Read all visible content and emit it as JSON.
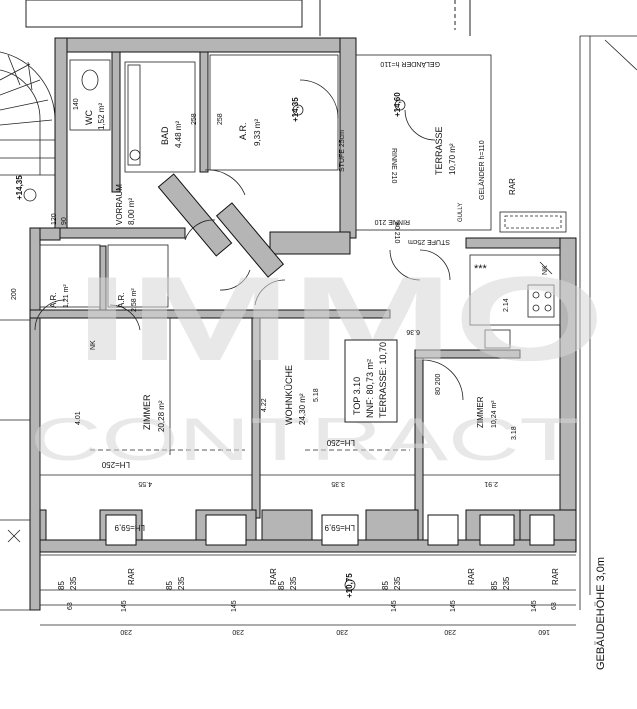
{
  "rooms": {
    "wc": {
      "name": "WC",
      "area": "1,52 m²"
    },
    "bad": {
      "name": "BAD",
      "area": "4,48 m²",
      "dim": "258"
    },
    "ar_top": {
      "name": "A.R.",
      "area": "9,33 m²",
      "dim": "258"
    },
    "vorraum": {
      "name": "VORRAUM",
      "area": "8,00 m²"
    },
    "terrasse": {
      "name": "TERRASSE",
      "area": "10,70 m²",
      "railing": "GELÄNDER h=110"
    },
    "ar_small_1": {
      "name": "A.R.",
      "area": "1,21 m²"
    },
    "ar_small_2": {
      "name": "A.R.",
      "area": "2,58 m²"
    },
    "zimmer_1": {
      "name": "ZIMMER",
      "area": "20,28 m²",
      "dim": "4.01"
    },
    "wohnkueche": {
      "name": "WOHNKÜCHE",
      "area": "24,30 m²",
      "dim": "5.18"
    },
    "zimmer_2": {
      "name": "ZIMMER",
      "area": "10,24 m²",
      "dim": "3.18"
    }
  },
  "info_box": {
    "line1": "TOP 3.10",
    "line2": "NNF: 80,73 m²",
    "line3": "TERRASSE: 10,70"
  },
  "annotations": {
    "gelaender_top": "GELÄNDER h=110",
    "stufe_top": "STUFE 25cm",
    "stufe_bottom": "STUFE 25cm",
    "rinne_1": "RINNE 210",
    "rinne_2": "RINNE 210",
    "gully": "GULLY",
    "door_80_200": "80 200",
    "door_80_210": "80 210",
    "lh_1": "LH=250",
    "lh_2": "LH=250",
    "lh_3": "LH=59,9",
    "lh_4": "LH=59,9",
    "dim_455": "4.55",
    "dim_335": "3.35",
    "dim_291": "2.91",
    "dim_636": "6.36",
    "dim_214": "2.14",
    "dim_422": "4.22",
    "building_height": "GEBÄUDEHÖHE 3,0m",
    "rar_1": "RAR",
    "rar_2": "RAR",
    "rar_3": "RAR",
    "rar_4": "RAR",
    "rar_5": "RAR",
    "elev_1": "+14,35",
    "elev_2": "+14,60",
    "elev_3": "+14,35",
    "elev_4": "+10,75",
    "nk_1": "NK",
    "nk_2": "NK",
    "stars": "***",
    "watermark_top": "IMMO",
    "watermark_bottom": "CONTRACT"
  },
  "dimensions": {
    "sill": [
      "85",
      "235"
    ],
    "bottom_row": [
      "63",
      "145",
      "145",
      "145",
      "145",
      "145",
      "63"
    ],
    "bottom_totals": [
      "230",
      "230",
      "230",
      "230",
      "160"
    ],
    "left_edge": [
      "200",
      "140",
      "90",
      "120"
    ]
  },
  "colors": {
    "wall": "#b5b5b5",
    "wall_edge": "#111111",
    "line": "#222222"
  }
}
